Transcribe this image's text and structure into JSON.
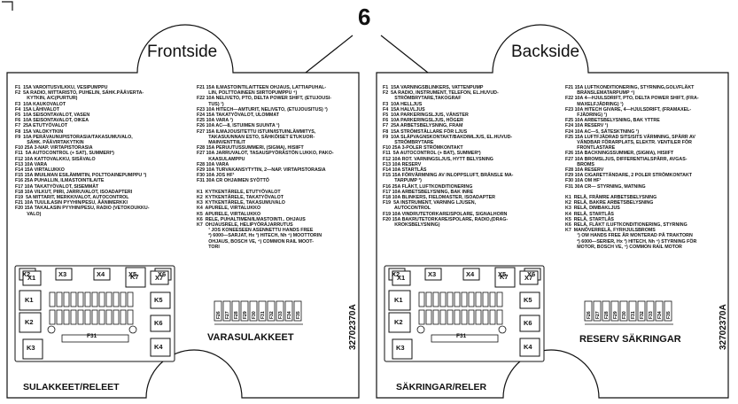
{
  "header": {
    "number": "6",
    "front_title": "Frontside",
    "back_title": "Backside"
  },
  "front": {
    "list_left": [
      "F1  15A VAROITUSVILKKU, VESIPUMPPU",
      "F2  5A RADIO, MITTARISTO, PUHELIN, SÄHK.PÄÄVERTA-",
      "         KYTKIN, A/C(PURTUR)",
      "F3  10A KAUKOVALOT",
      "F4  15A LÄHIVALOT",
      "F5  10A SEISONTAVALOT, VASEN",
      "F6  10A SEISONTAVALOT, OIKEA",
      "F7  25A ETUTYÖVALOT",
      "F8  15A VALOKYTKIN",
      "F9  10A PERÄVAUNUPISTORASIA/TAKASUMUVALO,",
      "         SÄHK. PÄÄVIRTAKYTKIN",
      "F10 25A 3-NAP. VIRTAPISTORASIA",
      "F11  5A AUTOCONTROL (+ SAT), SUMMERI²)",
      "F12 10A KATTOVALKKU, SISÄVALO",
      "F13 10A VARA",
      "F14 15A VIRTALUKKO",
      "F15 15A IMUILMAN ESILÄMMITIN, POLTTOAINEPUMPPU ³)",
      "F16 25A PUHALLIN, ILMASTOINTILAITE",
      "F17 10A TAKATYÖVALOT, SISEMMÄT",
      "F18 10A VILKUT, PIIRI, JARRUVALOT, ISOADAPTERI",
      "F19  5A MITTARIT, MERKKIVALOT, AUTOCONTROL",
      "F21 10A TUULILASIN PYYHIN/PESU, ÄÄNIMERKKI",
      "F20 15A TAKALASIN PYYHIN/PESU, RADIO (VETOKOUKKU-",
      "         VALO)"
    ],
    "list_right": [
      "F21 15A ILMASTOINTILAITTEEN OHJAUS, LATTIAPUHAL-",
      "         LIN, POLTTOAINEEN SIIRTOPUMPPU ⁴)",
      "F22 10A NELIVETO, PTO, DELTA POWER SHIFT, (ETUJOUSI-",
      "         TUS) ¹)",
      "F23 10A HITECH—AMTURIT, NELIVETO, (ETUJOUSITUS) ¹)",
      "F24 15A TAKATYÖVALOT, ULOMMAT",
      "F25 10A VARA ¹)",
      "F26 10A AC—8, ISTUIMEN SUUNTA ¹)",
      "F27 15A ILMAJOUSITETTU ISTUIN/ISTUINLÄMMITYS,",
      "         TAKASUUNNAN ESTO, SÄHKÖISET ETUKUOR-",
      "         MAINVENTTIILIT",
      "F28 15A PERUUTUSSUMMERI, (SIGMA), HISIIFT",
      "F27 10A JARRUVALOT, TASAUSPYÖRÄSTÖN LUKKO, PAKO-",
      "         KAASULAMPPU",
      "F28 10A VARA",
      "F29 10A TURVAKANSYTYTIN, 2—NAP. VIRTAPISTORASIA",
      "F30 10A JOS HF¹",
      "F31 30A CR OHJAIMEN SYÖTTÖ",
      "",
      "K1  KYTKENTÄRELE, ETUTYÖVALOT",
      "K2  KYTKENTÄRELE, TAKATYÖVALOT",
      "K3  KYTKENTÄRELE, TAKASUMUVALO",
      "K4  APURELE, VIRTALUKKO",
      "K5  APURELE, VIRTALUKKO",
      "K6  RELE, PUHALTIMEN/ILMASTOINTI.. OHJAUS",
      "K7  OHJAUSRELE, HELIPYÖRÄJARRUTUS",
      "         ¹ JOS KONEESEEN ASENNETTU HANDS FREE",
      "         ²) 6000—SARJAT, Hx ³) HITECH, Nh ⁴) MOOTTORIN",
      "         OHJAUS, BOSCH VE, ⁴) COMMON RAIL MOOT-",
      "         TORI"
    ],
    "relays": [
      "X2",
      "X3",
      "X4",
      "X5",
      "X6",
      "X1",
      "X7",
      "K7",
      "K1",
      "K2",
      "K3",
      "K5",
      "K6",
      "K4"
    ],
    "fuse_label": "F31",
    "middle_label": "VARASULAKKEET",
    "spare_fuses": [
      "F26",
      "F27",
      "F28",
      "F29",
      "F30",
      "F31",
      "F32",
      "F33",
      "F34",
      "F35"
    ],
    "part_number": "32702370A",
    "footer": "SULAKKEET/RELEET"
  },
  "back": {
    "list_left": [
      "F1  15A VARNINGSBLINKERS, VATTENPUMP",
      "F2  5A RADIO, INSTRUMENT, TELEFON, EL.HUVUD-",
      "         STRÖMBRYTARE,TAKOGRAF",
      "F3  10A HELLJUS",
      "F4  15A HALVLJUS",
      "F5  10A PARKERINGSLJUS, VÄNSTER",
      "F6  10A PARKERINGSLJUS, HÖGER",
      "F7  25A ARBETSBELYSNING, FRAM",
      "F8  15A STRÖMSTÄLLARE FÖR LJUS",
      "F9  10A SLÄPVAGNSKONTAKT/BAKDIMLJUS, EL.HUVUD-",
      "         STRÖMBRYTARE",
      "F10 25A 3-POLER STRÖMKONTAKT",
      "F11  5A AUTOCONTROL (+ BAT), SUMMER²)",
      "F12 10A ROT. VARNINGSLJUS, HYTT BELYSNING",
      "F13 10A RESERV",
      "F14 10A STARTLÅS",
      "F15 15A FÖRVÄRMNING AV INLOPPSLUFT, BRÄNSLE MA-",
      "         TARPUMP ³)",
      "F16 25A FLÄKT, LUFTKONDITIONERING",
      "F17 10A ARBETSBELYSNING, BAK INRE",
      "F18 10A BLINKERS, FIELDMASTER, ISOADAPTER",
      "F19  5A INSTRUMENT, VARNING LJUSEN,",
      "         AUTOCONTROL",
      "F19 10A VINDRUTETORKARE/SPOLARE, SIGNALHORN",
      "F20 15A BAKRUTETORKARE/SPOLARE, RADIO,(DRAG-",
      "         KROKSBELYSNING)"
    ],
    "list_right": [
      "F21 15A LUFTKONDITIONERING, STYRNING,GOLVFLÄKT",
      "         BRÄNSLEMATARPUMP ⁴)",
      "F22 10A 4—HJULSDRIFT, PTO, DELTA POWER SHIFT, (FRA-",
      "         MAXELFJÄDRING) ¹)",
      "F23 10A HITECH GIVARE, 4—HJULSDRIFT, (FRAMAXEL-",
      "         FJÄDRING) ¹)",
      "F25 10A ARBETSBELYSNING, BAK YTTRE",
      "F24 10A RESERV ¹)",
      "F24 10A AC—5, SÄTESKTNING ¹)",
      "F25 15A LUFTFJÄDRAD SITS/SITS VÄRMNING, SPÄRR AV",
      "         VÄNDBAR FÖRARPLATS, ELEKTR. VENTILER FÖR",
      "         FRONTLASTARE",
      "F26 15A BACKNINGSSUMMER, (SIGMA), HISIIFT",
      "F27 10A BROMSLJUS, DIFFERENTIALSPÄRR, AVGAS-",
      "         BROMS",
      "F28 10A RESERV",
      "F29 10A CIGARETTÄNDARE, 2 POLER STRÖMKONTAKT",
      "F30 10A OM HF¹",
      "F31 30A CR— STYRNING, MATNING",
      "",
      "K1  RELÄ, FRÄMRE ARBETSBELYSNING",
      "K2  RELÄ, BAKRE ARBETSBELYSNING",
      "K3  RELÄ, DIMBAKLJUS",
      "K4  RELÄ, STARTLÅS",
      "K5  RELÄ, STARTLÅS",
      "K6  RELÄ, FLÄKT /LUFTKONDITIONERING, STYRNING",
      "K7  MANÖVERRELÄ, FYRHJULSBROMS",
      "         ¹) OM HANDS FREE ÄR MONTERAD PÅ TRAKTORN",
      "         ²) 6000—SERIER, Hx ³) HITECH, Nh ⁴) STYRNING FÖR",
      "         MOTOR, BOSCH VE, ⁴) COMMON RAIL MOTOR"
    ],
    "relays": [
      "X2",
      "X3",
      "X4",
      "X5",
      "X6",
      "X1",
      "X7",
      "K7",
      "K1",
      "K2",
      "K3",
      "K5",
      "K6",
      "K4"
    ],
    "fuse_label": "F31",
    "middle_label": "RESERV SÄKRINGAR",
    "spare_fuses": [
      "F26",
      "F27",
      "F28",
      "F29",
      "F30",
      "F31",
      "F32",
      "F33",
      "F34",
      "F35"
    ],
    "part_number": "32702370A",
    "footer": "SÄKRINGAR/RELER"
  }
}
